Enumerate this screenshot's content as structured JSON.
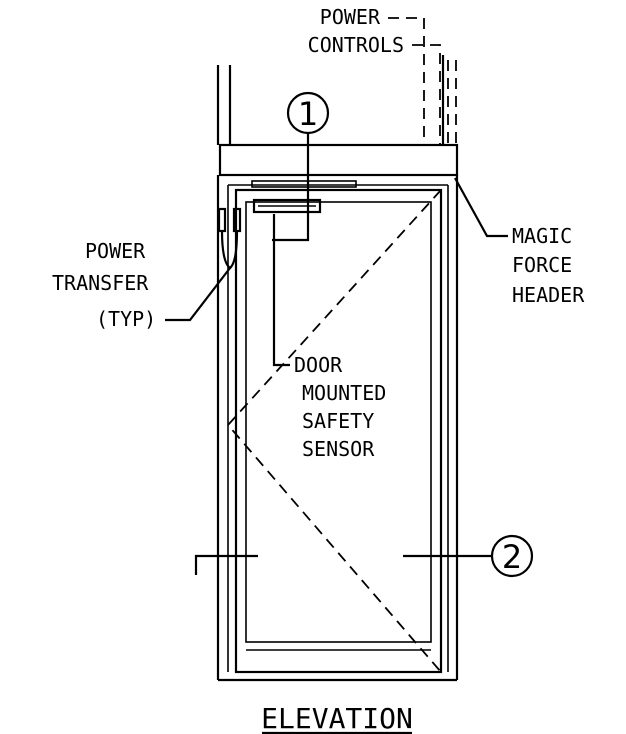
{
  "labels": {
    "power_controls_line1": "POWER",
    "power_controls_line2": "CONTROLS",
    "power_transfer_line1": "POWER",
    "power_transfer_line2": "TRANSFER",
    "power_transfer_line3": "(TYP)",
    "magic_force_header_line1": "MAGIC",
    "magic_force_header_line2": "FORCE",
    "magic_force_header_line3": "HEADER",
    "sensor_line1": "DOOR",
    "sensor_line2": "MOUNTED",
    "sensor_line3": "SAFETY",
    "sensor_line4": "SENSOR"
  },
  "callouts": {
    "callout_1": "1",
    "callout_2": "2"
  },
  "title": "ELEVATION"
}
